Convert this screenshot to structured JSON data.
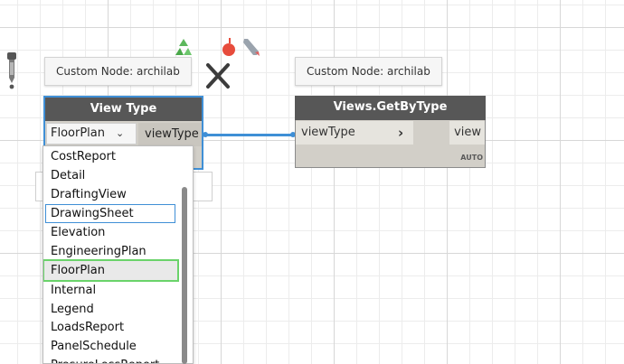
{
  "node_view_type": {
    "tooltip": "Custom Node: archilab",
    "title": "View Type",
    "selected_value": "FloorPlan",
    "dropdown_arrow": "⌄",
    "output_port": "viewType"
  },
  "node_views_get_by_type": {
    "tooltip": "Custom Node: archilab",
    "title": "Views.GetByType",
    "input_port": "viewType",
    "output_port": "view",
    "lacing": "AUTO"
  },
  "dropdown": {
    "items": [
      "CostReport",
      "Detail",
      "DraftingView",
      "DrawingSheet",
      "Elevation",
      "EngineeringPlan",
      "FloorPlan",
      "Internal",
      "Legend",
      "LoadsReport",
      "PanelSchedule",
      "PresureLossReport"
    ],
    "focused_item": "DrawingSheet",
    "selected_item": "FloorPlan"
  },
  "icons": [
    "eyedropper-icon",
    "recycle-icon",
    "paint-icon",
    "brush-icon",
    "tools-icon"
  ],
  "colors": {
    "wire": "#3f8fd6",
    "node_header": "#575757",
    "selection_outline": "#6ad36a"
  }
}
